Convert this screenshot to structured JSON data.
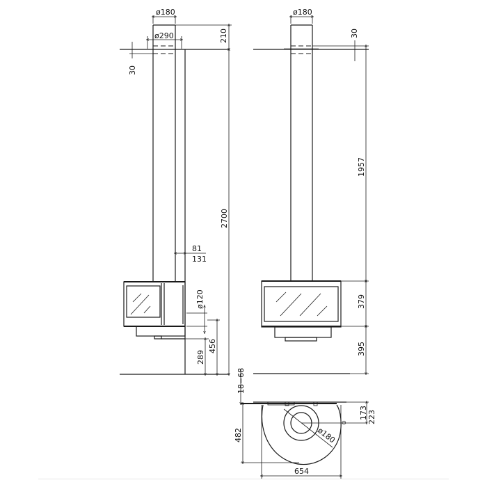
{
  "drawing": {
    "type": "technical-drawing",
    "subject": "suspended rotating fireplace with flue",
    "views": [
      "side-view",
      "front-view",
      "top-view"
    ],
    "colors": {
      "line": "#1a1a1a",
      "background": "#ffffff"
    }
  },
  "side_view": {
    "dims": {
      "flue_top_diameter": "ø180",
      "collar_diameter": "ø290",
      "top_offset": "210",
      "ceiling_inset": "30",
      "total_height": "2700",
      "wall_offset_min": "81",
      "wall_offset_max": "131",
      "air_inlet_diameter": "ø120",
      "inlet_height": "456",
      "floor_clearance": "289",
      "floor_gap": "18−68"
    }
  },
  "front_view": {
    "dims": {
      "flue_top_diameter": "ø180",
      "ceiling_inset": "30",
      "flue_length": "1957",
      "firebox_height": "379",
      "floor_clearance": "395"
    }
  },
  "top_view": {
    "dims": {
      "depth": "482",
      "width": "654",
      "flue_diameter": "ø180",
      "flue_offset_min": "173",
      "flue_offset_max": "223"
    }
  }
}
